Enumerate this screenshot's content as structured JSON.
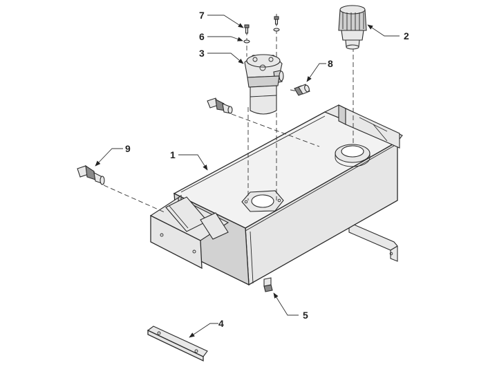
{
  "diagram": {
    "callouts": [
      {
        "id": "1",
        "label": "1"
      },
      {
        "id": "2",
        "label": "2"
      },
      {
        "id": "3",
        "label": "3"
      },
      {
        "id": "4",
        "label": "4"
      },
      {
        "id": "5",
        "label": "5"
      },
      {
        "id": "6",
        "label": "6"
      },
      {
        "id": "7",
        "label": "7"
      },
      {
        "id": "8",
        "label": "8"
      },
      {
        "id": "9",
        "label": "9"
      }
    ]
  },
  "colors": {
    "line": "#2a2a2a",
    "fill_light": "#f2f2f2",
    "fill_mid": "#cfcfcf",
    "fill_dark": "#8a8a8a",
    "background": "#ffffff"
  }
}
